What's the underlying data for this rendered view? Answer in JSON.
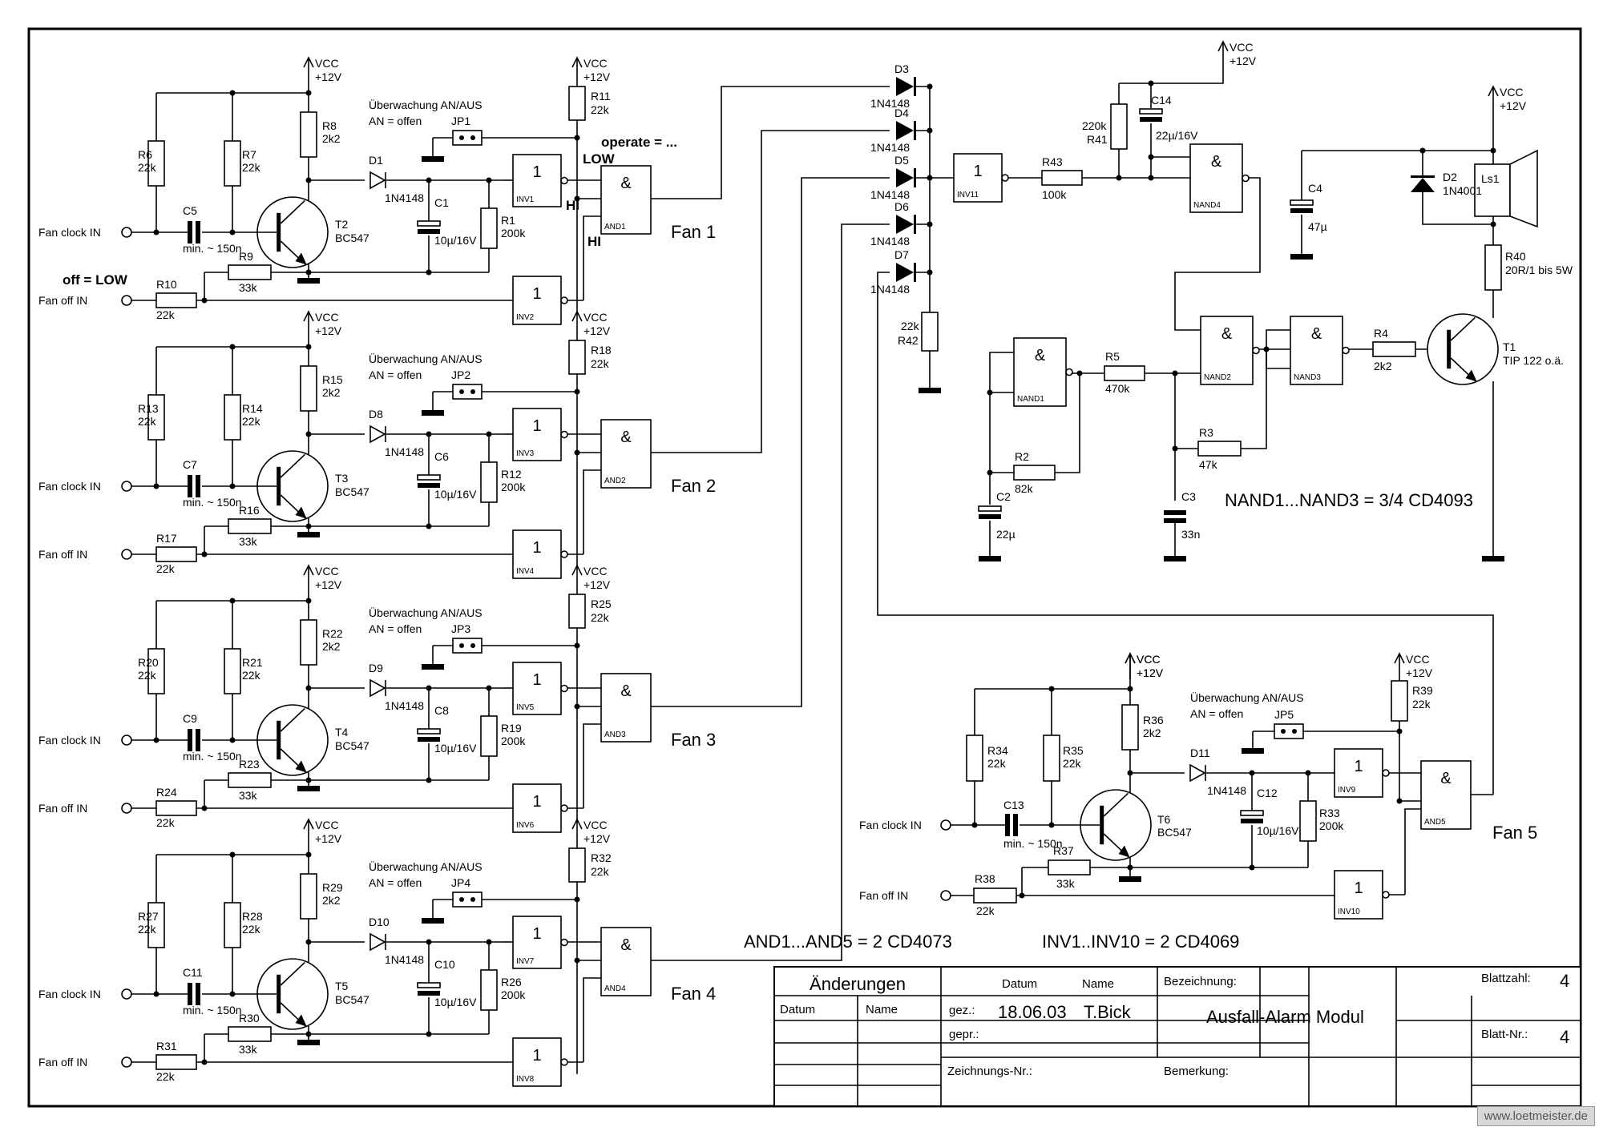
{
  "power": {
    "vcc": "VCC",
    "v12": "+12V"
  },
  "channels": [
    {
      "q": "T2",
      "qt": "BC547",
      "rb1": "R6",
      "rb2": "R7",
      "rc": "R8",
      "rc_v": "2k2",
      "d": "D1",
      "dt": "1N4148",
      "c": "C1",
      "cv": "10µ/16V",
      "r": "R1",
      "rv": "200k",
      "rk": "R9",
      "rkv": "33k",
      "ro": "R10",
      "rov": "22k",
      "cin": "C5",
      "cinv": "min. ~ 150n",
      "rp": "R11",
      "rpv": "22k",
      "jp": "JP1",
      "inv1": "INV1",
      "inv2": "INV2",
      "and": "AND1",
      "fan": "Fan 1",
      "v22": "22k"
    },
    {
      "q": "T3",
      "qt": "BC547",
      "rb1": "R13",
      "rb2": "R14",
      "rc": "R15",
      "rc_v": "2k2",
      "d": "D8",
      "dt": "1N4148",
      "c": "C6",
      "cv": "10µ/16V",
      "r": "R12",
      "rv": "200k",
      "rk": "R16",
      "rkv": "33k",
      "ro": "R17",
      "rov": "22k",
      "cin": "C7",
      "cinv": "min. ~ 150n",
      "rp": "R18",
      "rpv": "22k",
      "jp": "JP2",
      "inv1": "INV3",
      "inv2": "INV4",
      "and": "AND2",
      "fan": "Fan 2",
      "v22": "22k"
    },
    {
      "q": "T4",
      "qt": "BC547",
      "rb1": "R20",
      "rb2": "R21",
      "rc": "R22",
      "rc_v": "2k2",
      "d": "D9",
      "dt": "1N4148",
      "c": "C8",
      "cv": "10µ/16V",
      "r": "R19",
      "rv": "200k",
      "rk": "R23",
      "rkv": "33k",
      "ro": "R24",
      "rov": "22k",
      "cin": "C9",
      "cinv": "min. ~ 150n",
      "rp": "R25",
      "rpv": "22k",
      "jp": "JP3",
      "inv1": "INV5",
      "inv2": "INV6",
      "and": "AND3",
      "fan": "Fan 3",
      "v22": "22k"
    },
    {
      "q": "T5",
      "qt": "BC547",
      "rb1": "R27",
      "rb2": "R28",
      "rc": "R29",
      "rc_v": "2k2",
      "d": "D10",
      "dt": "1N4148",
      "c": "C10",
      "cv": "10µ/16V",
      "r": "R26",
      "rv": "200k",
      "rk": "R30",
      "rkv": "33k",
      "ro": "R31",
      "rov": "22k",
      "cin": "C11",
      "cinv": "min. ~ 150n",
      "rp": "R32",
      "rpv": "22k",
      "jp": "JP4",
      "inv1": "INV7",
      "inv2": "INV8",
      "and": "AND4",
      "fan": "Fan 4",
      "v22": "22k"
    },
    {
      "q": "T6",
      "qt": "BC547",
      "rb1": "R34",
      "rb2": "R35",
      "rc": "R36",
      "rc_v": "2k2",
      "d": "D11",
      "dt": "1N4148",
      "c": "C12",
      "cv": "10µ/16V",
      "r": "R33",
      "rv": "200k",
      "rk": "R37",
      "rkv": "33k",
      "ro": "R38",
      "rov": "22k",
      "cin": "C13",
      "cinv": "min. ~ 150n",
      "rp": "R39",
      "rpv": "22k",
      "jp": "JP5",
      "inv1": "INV9",
      "inv2": "INV10",
      "and": "AND5",
      "fan": "Fan 5",
      "v22": "22k"
    }
  ],
  "common": {
    "fan_clock_in": "Fan clock IN",
    "fan_off_in": "Fan off IN",
    "watch": "Überwachung AN/AUS",
    "an_offen": "AN = offen",
    "off_low": "off = LOW",
    "operate": "operate = ...",
    "low": "LOW",
    "hi": "HI",
    "inv_sym": "1",
    "and_sym": "&"
  },
  "alarm": {
    "diodes": [
      "D3",
      "D4",
      "D5",
      "D6",
      "D7"
    ],
    "diode_type": "1N4148",
    "r42": "R42",
    "r42v": "22k",
    "inv11": "INV11",
    "r43": "R43",
    "r43v": "100k",
    "r41": "R41",
    "r41v": "220k",
    "c14": "C14",
    "c14v": "22µ/16V",
    "nand1": "NAND1",
    "nand2": "NAND2",
    "nand3": "NAND3",
    "nand4": "NAND4",
    "r5": "R5",
    "r5v": "470k",
    "r2": "R2",
    "r2v": "82k",
    "c2": "C2",
    "c2v": "22µ",
    "r3": "R3",
    "r3v": "47k",
    "c3": "C3",
    "c3v": "33n",
    "r4": "R4",
    "r4v": "2k2",
    "t1": "T1",
    "t1v": "TIP 122 o.ä.",
    "c4": "C4",
    "c4v": "47µ",
    "d2": "D2",
    "d2v": "1N4001",
    "ls1": "Ls1",
    "r40": "R40",
    "r40v": "20R/1 bis 5W",
    "note_nand": "NAND1...NAND3 = 3/4 CD4093",
    "note_and": "AND1...AND5 = 2 CD4073",
    "note_inv": "INV1..INV10 = 2 CD4069"
  },
  "titleblock": {
    "changes": "Änderungen",
    "datum": "Datum",
    "name": "Name",
    "gez": "gez.:",
    "gepr": "gepr.:",
    "date_val": "18.06.03",
    "name_val": "T.Bick",
    "bezeichnung": "Bezeichnung:",
    "title": "Ausfall-Alarm Modul",
    "blattzahl": "Blattzahl:",
    "blattzahl_val": "4",
    "blattnr": "Blatt-Nr.:",
    "blattnr_val": "4",
    "zeichnungsnr": "Zeichnungs-Nr.:",
    "bemerkung": "Bemerkung:"
  },
  "watermark": "www.loetmeister.de"
}
